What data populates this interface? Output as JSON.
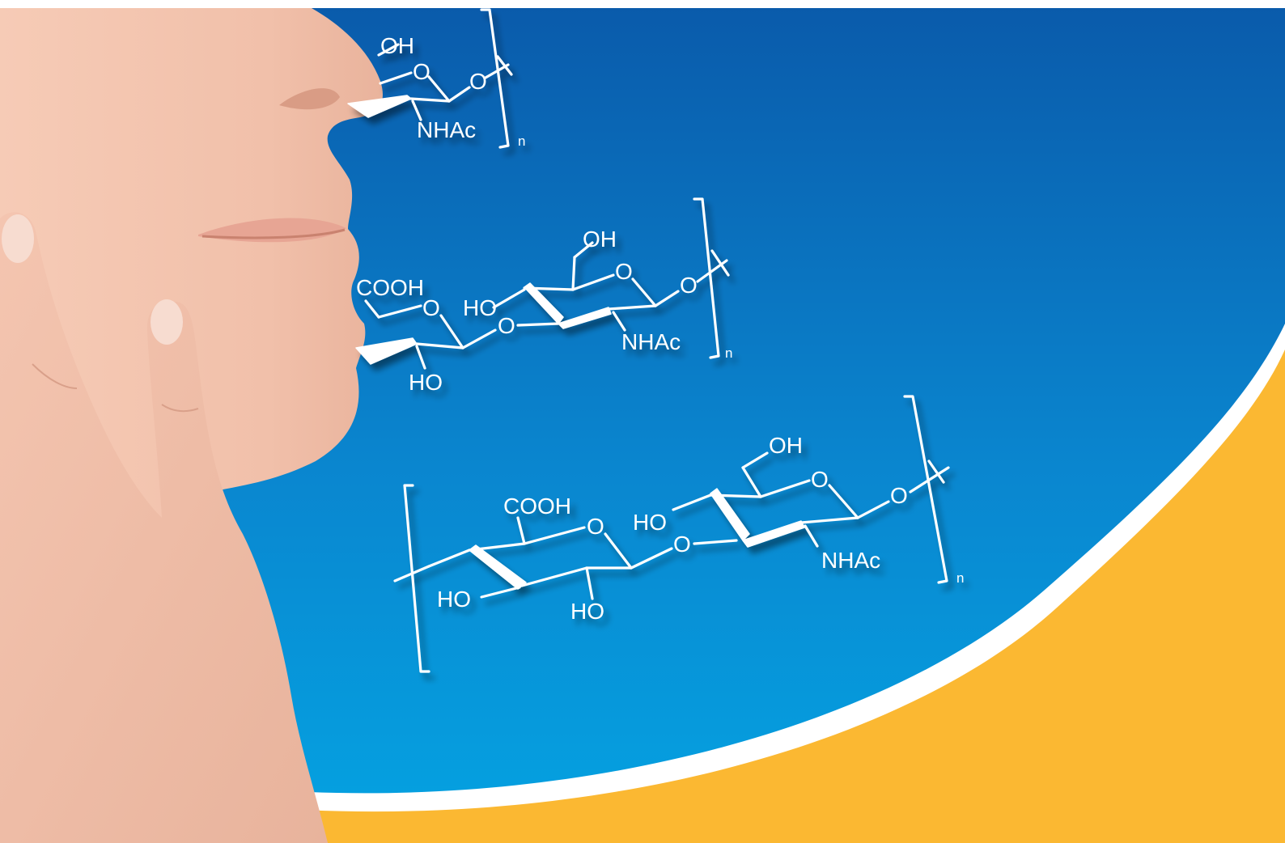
{
  "scene": {
    "colors": {
      "background_top": "#0a5bab",
      "background_bottom": "#04a3e2",
      "accent_orange": "#fbb832",
      "separator": "#ffffff",
      "skin": "#f3c4ae",
      "text": "#ffffff"
    },
    "molecules": [
      {
        "id": "top",
        "labels": {
          "oh": "OH",
          "o_ring": "O",
          "o_link": "O",
          "nhac": "NHAc",
          "repeat": "n"
        }
      },
      {
        "id": "middle",
        "labels": {
          "cooh": "COOH",
          "o_ring1": "O",
          "o_link1": "O",
          "ho_bottom": "HO",
          "ho_left": "HO",
          "oh": "OH",
          "o_ring2": "O",
          "o_link2": "O",
          "nhac": "NHAc",
          "repeat": "n"
        }
      },
      {
        "id": "bottom",
        "labels": {
          "cooh": "COOH",
          "o_ring1": "O",
          "ho_left": "HO",
          "ho_bottom": "HO",
          "o_link1": "O",
          "ho_mid": "HO",
          "oh": "OH",
          "o_ring2": "O",
          "o_link2": "O",
          "nhac": "NHAc",
          "repeat": "n"
        }
      }
    ]
  }
}
